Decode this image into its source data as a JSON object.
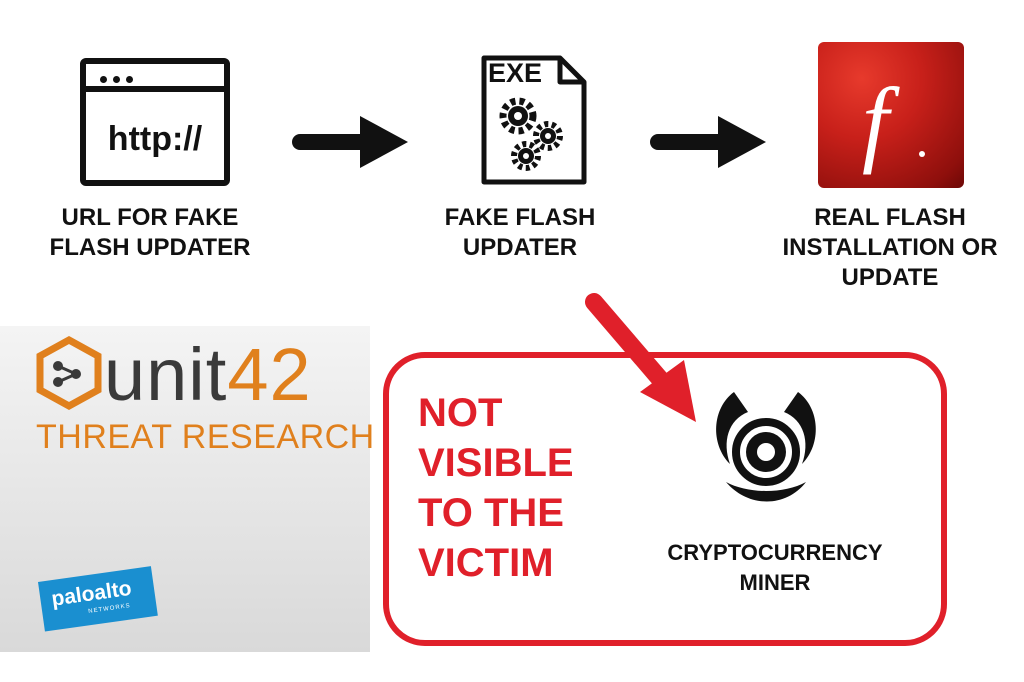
{
  "steps": [
    {
      "icon": "browser-http-icon",
      "icon_text": "http://",
      "caption_lines": [
        "URL FOR FAKE",
        "FLASH UPDATER"
      ]
    },
    {
      "icon": "exe-gears-icon",
      "icon_text": "EXE",
      "caption_lines": [
        "FAKE FLASH",
        "UPDATER"
      ]
    },
    {
      "icon": "flash-logo-icon",
      "icon_text": "f",
      "caption_lines": [
        "REAL FLASH",
        "INSTALLATION OR",
        "UPDATE"
      ]
    }
  ],
  "hidden": {
    "warning_lines": [
      "NOT",
      "VISIBLE",
      "TO THE",
      "VICTIM"
    ],
    "icon": "biohazard-icon",
    "caption_lines": [
      "CRYPTOCURRENCY",
      "MINER"
    ]
  },
  "branding": {
    "logo_word": "unit",
    "logo_number": "42",
    "subtitle": "THREAT RESEARCH",
    "company": "paloalto",
    "company_sub": "NETWORKS"
  },
  "colors": {
    "warning": "#e0202a",
    "brand_orange": "#e0801d",
    "brand_blue": "#1a8fd0",
    "flash_red": "#c8201a",
    "ink": "#111111"
  }
}
